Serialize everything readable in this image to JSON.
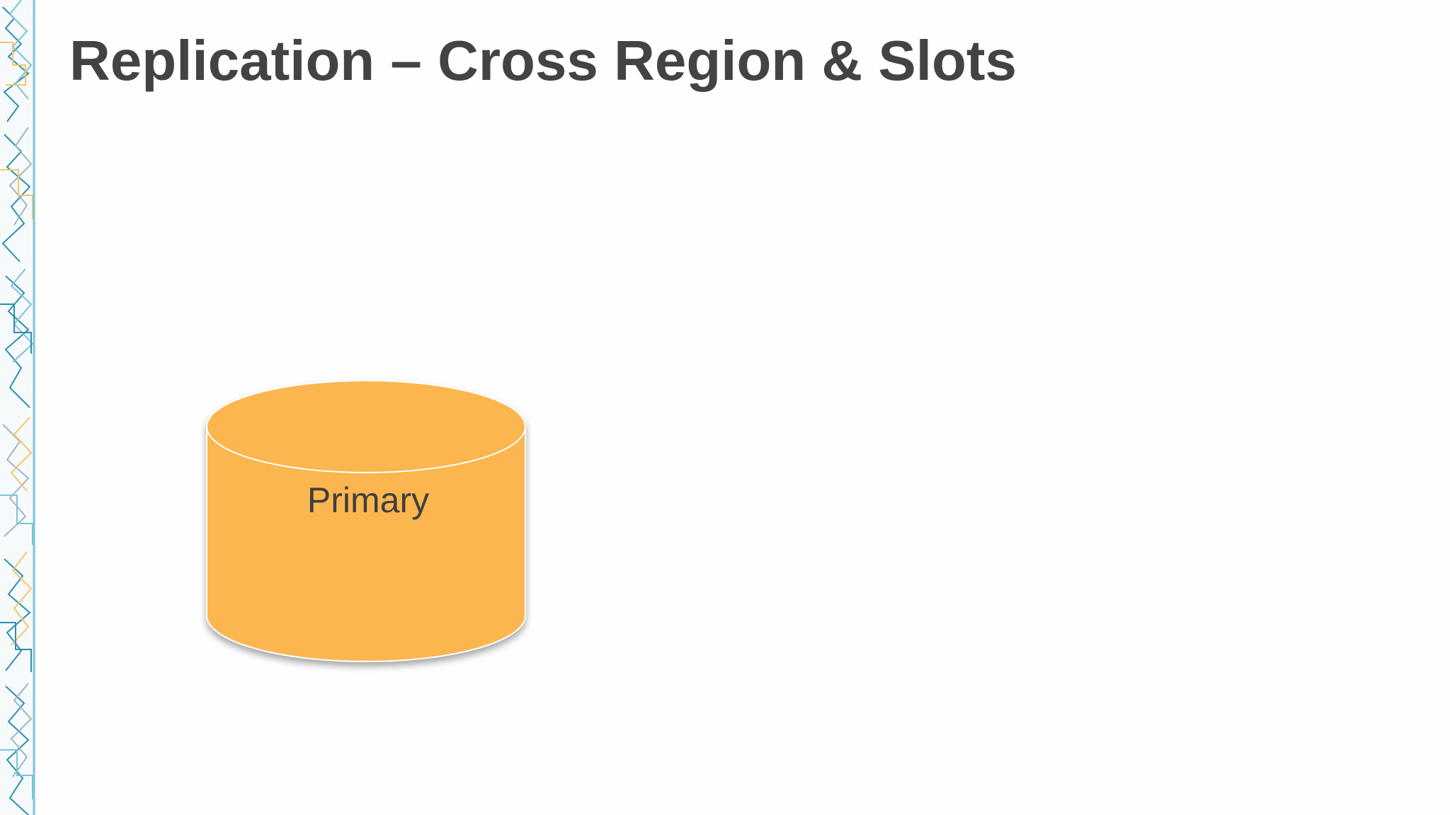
{
  "slide": {
    "title": "Replication – Cross Region & Slots",
    "background": "#fefefe",
    "title_color": "#434343"
  },
  "diagram": {
    "nodes": [
      {
        "shape": "database-cylinder",
        "label": "Primary",
        "fill": "#fbb64f",
        "outline": "#ffffff"
      }
    ]
  },
  "decoration": {
    "edge_pattern_colors": [
      "#2a8fb4",
      "#7cc3d9",
      "#f4c56b",
      "#9fb7c2"
    ]
  }
}
